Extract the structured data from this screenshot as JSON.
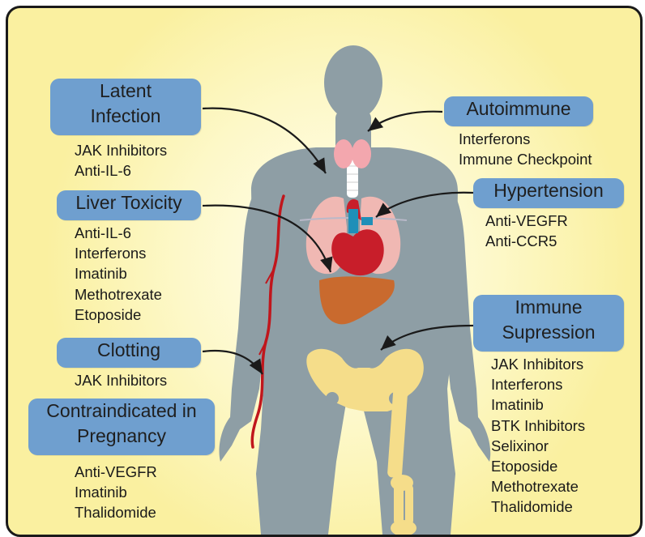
{
  "categories": {
    "latent_infection": {
      "title_lines": [
        "Latent",
        "Infection"
      ],
      "drugs": [
        "JAK Inhibitors",
        "Anti-IL-6"
      ]
    },
    "liver_toxicity": {
      "title_lines": [
        "Liver Toxicity"
      ],
      "drugs": [
        "Anti-IL-6",
        "Interferons",
        "Imatinib",
        "Methotrexate",
        "Etoposide"
      ]
    },
    "clotting": {
      "title_lines": [
        "Clotting"
      ],
      "drugs": [
        "JAK Inhibitors"
      ]
    },
    "pregnancy": {
      "title_lines": [
        "Contraindicated in",
        "Pregnancy"
      ],
      "drugs": [
        "Anti-VEGFR",
        "Imatinib",
        "Thalidomide"
      ]
    },
    "autoimmune": {
      "title_lines": [
        "Autoimmune"
      ],
      "drugs": [
        "Interferons",
        "Immune Checkpoint"
      ]
    },
    "hypertension": {
      "title_lines": [
        "Hypertension"
      ],
      "drugs": [
        "Anti-VEGFR",
        "Anti-CCR5"
      ]
    },
    "immune_supression": {
      "title_lines": [
        "Immune",
        "Supression"
      ],
      "drugs": [
        "JAK Inhibitors",
        "Interferons",
        "Imatinib",
        "BTK Inhibitors",
        "Selixinor",
        "Etoposide",
        "Methotrexate",
        "Thalidomide"
      ]
    }
  },
  "colors": {
    "box_fill": "#6f9fcf",
    "background": "#faf0a0",
    "body_silhouette": "#8e9ea5",
    "liver": "#c96a2e",
    "heart": "#c81e2a",
    "lungs": "#f0b8b3",
    "thyroid": "#f3a7ae",
    "pelvis_femur": "#f5dd8a",
    "blood_vessel": "#c0161c"
  }
}
